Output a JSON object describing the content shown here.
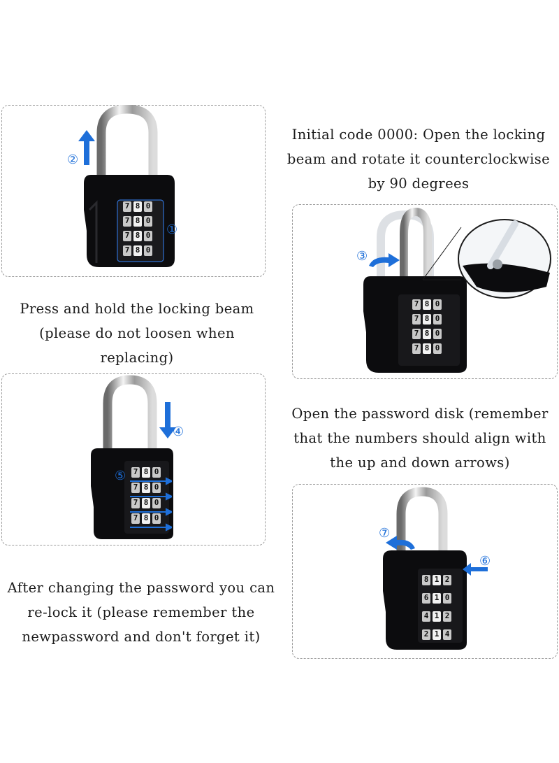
{
  "step_marks": {
    "s1": "①",
    "s2": "②",
    "s3": "③",
    "s4": "④",
    "s5": "⑤",
    "s6": "⑥",
    "s7": "⑦"
  },
  "captions": {
    "initial_code": [
      "Initial code 0000: Open the locking",
      "beam and rotate it counterclockwise",
      "by 90 degrees"
    ],
    "press_hold": [
      "Press and hold the locking beam",
      "(please do not loosen when",
      "replacing)"
    ],
    "open_disk": [
      "Open the password disk (remember",
      "that the numbers should align with",
      "the up and down arrows)"
    ],
    "after_change": [
      "After changing the password you can",
      "re-lock it (please remember the",
      "newpassword and don't forget it)"
    ]
  },
  "dial_digits": {
    "lock1": [
      "7",
      "8",
      "0"
    ],
    "lock2": [
      "7",
      "8",
      "0"
    ],
    "lock3": [
      "7",
      "8",
      "0"
    ],
    "lock4": [
      [
        "8",
        "1",
        "2"
      ],
      [
        "6",
        "1",
        "0"
      ],
      [
        "4",
        "1",
        "2"
      ],
      [
        "2",
        "1",
        "4"
      ]
    ]
  },
  "colors": {
    "arrow_blue": "#1e6fd9",
    "lock_body": "#0c0c0e",
    "dashed_border": "#9a9a9a"
  },
  "icons": [
    "up-arrow-icon",
    "down-arrow-icon",
    "rotate-arrow-icon",
    "left-arrow-icon"
  ]
}
